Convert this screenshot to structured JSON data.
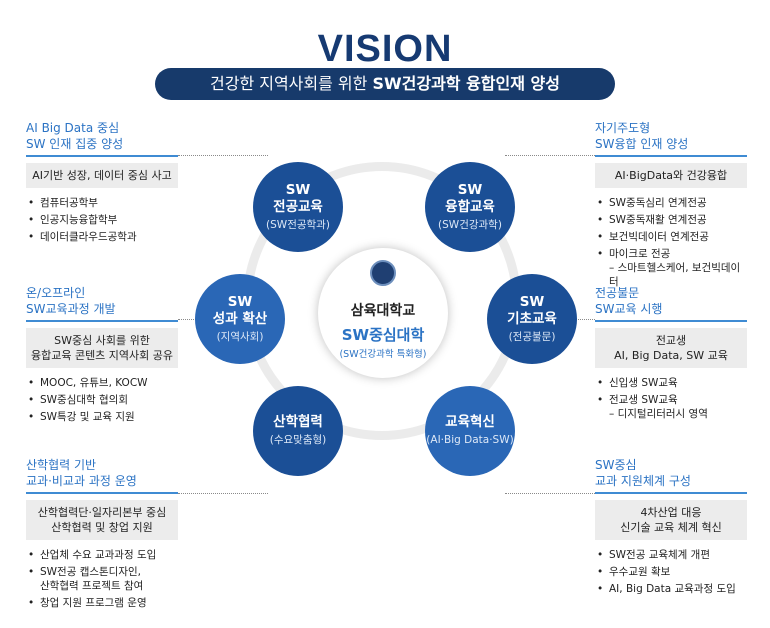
{
  "title": "VISION",
  "banner": {
    "pre": "건강한 지역사회를 위한 ",
    "bold": "SW건강과학 융합인재 양성"
  },
  "center": {
    "university": "삼육대학교",
    "name": "SW중심대학",
    "sub": "(SW건강과학 특화형)"
  },
  "circles": [
    {
      "l1": "SW",
      "l2a": "전공교육",
      "sub": "(SW전공학과)"
    },
    {
      "l1": "SW",
      "l2a": "융합교육",
      "sub": "(SW건강과학)"
    },
    {
      "l1": "SW",
      "l2a": "성과 확산",
      "sub": "(지역사회)"
    },
    {
      "l1": "SW",
      "l2a": "기초교육",
      "sub": "(전공불문)"
    },
    {
      "l1": "산학협력",
      "l2a": "",
      "sub": "(수요맞춤형)"
    },
    {
      "l1": "교육혁신",
      "l2a": "",
      "sub": "(AI·Big Data·SW)"
    }
  ],
  "left": [
    {
      "head1": "AI Big Data 중심",
      "head2": "SW 인재 집중 양성",
      "box": [
        "AI기반 성장, 데이터 중심 사고"
      ],
      "items": [
        [
          "컴퓨터공학부"
        ],
        [
          "인공지능융합학부"
        ],
        [
          "데이터클라우드공학과"
        ]
      ]
    },
    {
      "head1": "온/오프라인",
      "head2": "SW교육과정 개발",
      "box": [
        "SW중심 사회를 위한",
        "융합교육 콘텐츠 지역사회 공유"
      ],
      "items": [
        [
          "MOOC, 유튜브, KOCW"
        ],
        [
          "SW중심대학 협의회"
        ],
        [
          "SW특강 및 교육 지원"
        ]
      ]
    },
    {
      "head1": "산학협력 기반",
      "head2": "교과·비교과 과정 운영",
      "box": [
        "산학협력단·일자리본부 중심",
        "산학협력 및 창업 지원"
      ],
      "items": [
        [
          "산업체 수요 교과과정 도입"
        ],
        [
          "SW전공 캡스톤디자인,",
          "산학협력 프로젝트 참여"
        ],
        [
          "창업 지원 프로그램 운영"
        ]
      ]
    }
  ],
  "right": [
    {
      "head1": "자기주도형",
      "head2": "SW융합 인재 양성",
      "box": [
        "AI·BigData와 건강융합"
      ],
      "items": [
        [
          "SW중독심리 연계전공"
        ],
        [
          "SW중독재활 연계전공"
        ],
        [
          "보건빅데이터 연계전공"
        ],
        [
          "마이크로 전공",
          "– 스마트헬스케어, 보건빅데이터"
        ]
      ]
    },
    {
      "head1": "전공불문",
      "head2": "SW교육 시행",
      "box": [
        "전교생",
        "AI, Big Data, SW 교육"
      ],
      "items": [
        [
          "신입생 SW교육"
        ],
        [
          "전교생 SW교육",
          "– 디지털리터러시 영역"
        ]
      ]
    },
    {
      "head1": "SW중심",
      "head2": "교과 지원체계 구성",
      "box": [
        "4차산업 대응",
        "신기술 교육 체계 혁신"
      ],
      "items": [
        [
          "SW전공 교육체계 개편"
        ],
        [
          "우수교원 확보"
        ],
        [
          "AI, Big Data 교육과정 도입"
        ]
      ]
    }
  ]
}
